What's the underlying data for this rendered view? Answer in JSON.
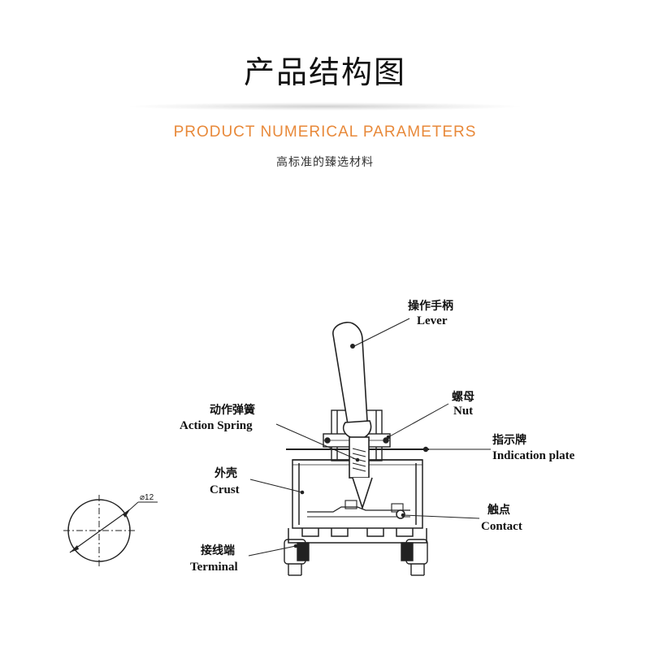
{
  "header": {
    "title": "产品结构图",
    "subtitle": "PRODUCT NUMERICAL PARAMETERS",
    "tagline": "高标准的臻选材料"
  },
  "colors": {
    "accent": "#e8893a",
    "line": "#222222"
  },
  "diagram": {
    "diameter_label": "⌀12",
    "labels": {
      "lever": {
        "cn": "操作手柄",
        "en": "Lever"
      },
      "nut": {
        "cn": "螺母",
        "en": "Nut"
      },
      "action_spring": {
        "cn": "动作弹簧",
        "en": "Action Spring"
      },
      "indication_plate": {
        "cn": "指示牌",
        "en": "Indication plate"
      },
      "crust": {
        "cn": "外壳",
        "en": "Crust"
      },
      "contact": {
        "cn": "触点",
        "en": "Contact"
      },
      "terminal": {
        "cn": "接线端",
        "en": "Terminal"
      }
    }
  }
}
